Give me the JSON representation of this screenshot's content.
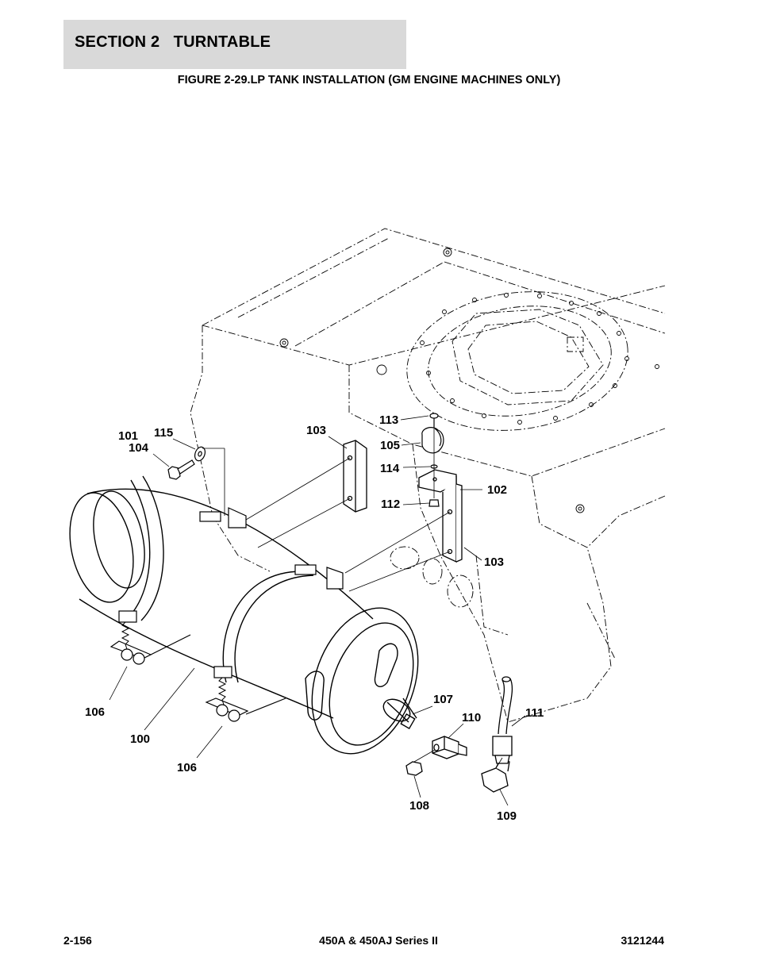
{
  "header": {
    "section": "SECTION 2   TURNTABLE",
    "background_color": "#d9d9d9"
  },
  "figure": {
    "title": "FIGURE 2-29.LP TANK INSTALLATION (GM ENGINE MACHINES ONLY)",
    "callouts": {
      "c100": "100",
      "c101": "101",
      "c102": "102",
      "c103a": "103",
      "c103b": "103",
      "c104": "104",
      "c105": "105",
      "c106a": "106",
      "c106b": "106",
      "c107": "107",
      "c108": "108",
      "c109": "109",
      "c110": "110",
      "c111": "111",
      "c112": "112",
      "c113": "113",
      "c114": "114",
      "c115": "115"
    }
  },
  "footer": {
    "page_number": "2-156",
    "model": "450A & 450AJ Series II",
    "doc_number": "3121244"
  }
}
